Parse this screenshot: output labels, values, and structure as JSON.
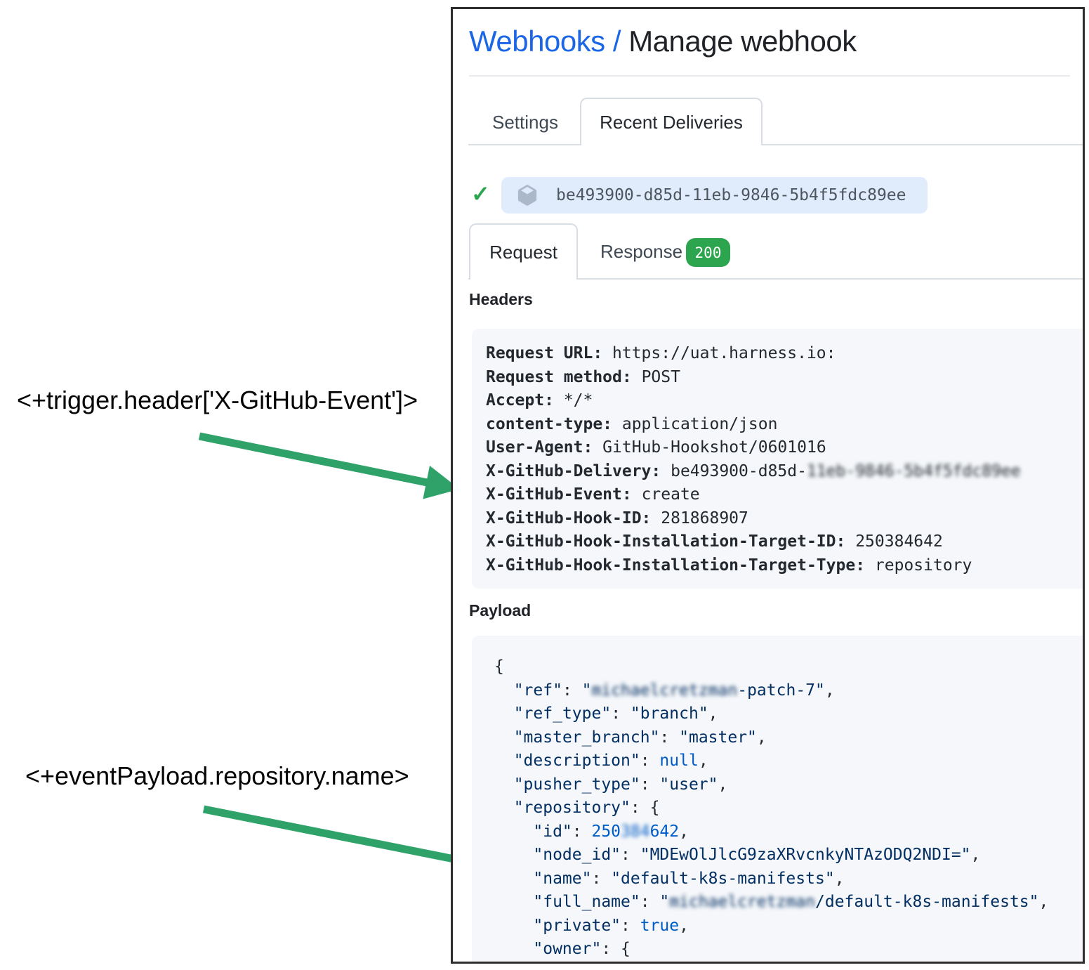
{
  "annotations": {
    "trigger_header": "<+trigger.header['X-GitHub-Event']>",
    "event_payload": "<+eventPayload.repository.name>"
  },
  "header": {
    "breadcrumb_link": "Webhooks / ",
    "title": "Manage webhook"
  },
  "tabs": {
    "settings": "Settings",
    "recent_deliveries": "Recent Deliveries"
  },
  "delivery": {
    "status": "success",
    "check_glyph": "✓",
    "icon": "package-icon",
    "id": "be493900-d85d-11eb-9846-5b4f5fdc89ee"
  },
  "subtabs": {
    "request": "Request",
    "response": "Response",
    "response_code": "200"
  },
  "sections": {
    "headers_title": "Headers",
    "payload_title": "Payload"
  },
  "request_headers": [
    {
      "key": "Request URL:",
      "value": "https://uat.harness.io:"
    },
    {
      "key": "Request method:",
      "value": "POST"
    },
    {
      "key": "Accept:",
      "value": "*/*"
    },
    {
      "key": "content-type:",
      "value": "application/json"
    },
    {
      "key": "User-Agent:",
      "value": "GitHub-Hookshot/0601016"
    },
    {
      "key": "X-GitHub-Delivery:",
      "value": "be493900-d85d-",
      "value_blurred": "11eb-9846-5b4f5fdc89ee"
    },
    {
      "key": "X-GitHub-Event:",
      "value": "create"
    },
    {
      "key": "X-GitHub-Hook-ID:",
      "value": "281868907"
    },
    {
      "key": "X-GitHub-Hook-Installation-Target-ID:",
      "value": "250384642"
    },
    {
      "key": "X-GitHub-Hook-Installation-Target-Type:",
      "value": "repository"
    }
  ],
  "payload": {
    "lines": [
      [
        {
          "t": "{",
          "c": "p"
        }
      ],
      [
        {
          "t": "  ",
          "c": "p"
        },
        {
          "t": "\"ref\"",
          "c": "s"
        },
        {
          "t": ": ",
          "c": "p"
        },
        {
          "t": "\"",
          "c": "s"
        },
        {
          "t": "michaelcretzman",
          "c": "s",
          "blur": true
        },
        {
          "t": "-patch-7\"",
          "c": "s"
        },
        {
          "t": ",",
          "c": "p"
        }
      ],
      [
        {
          "t": "  ",
          "c": "p"
        },
        {
          "t": "\"ref_type\"",
          "c": "s"
        },
        {
          "t": ": ",
          "c": "p"
        },
        {
          "t": "\"branch\"",
          "c": "s"
        },
        {
          "t": ",",
          "c": "p"
        }
      ],
      [
        {
          "t": "  ",
          "c": "p"
        },
        {
          "t": "\"master_branch\"",
          "c": "s"
        },
        {
          "t": ": ",
          "c": "p"
        },
        {
          "t": "\"master\"",
          "c": "s"
        },
        {
          "t": ",",
          "c": "p"
        }
      ],
      [
        {
          "t": "  ",
          "c": "p"
        },
        {
          "t": "\"description\"",
          "c": "s"
        },
        {
          "t": ": ",
          "c": "p"
        },
        {
          "t": "null",
          "c": "k"
        },
        {
          "t": ",",
          "c": "p"
        }
      ],
      [
        {
          "t": "  ",
          "c": "p"
        },
        {
          "t": "\"pusher_type\"",
          "c": "s"
        },
        {
          "t": ": ",
          "c": "p"
        },
        {
          "t": "\"user\"",
          "c": "s"
        },
        {
          "t": ",",
          "c": "p"
        }
      ],
      [
        {
          "t": "  ",
          "c": "p"
        },
        {
          "t": "\"repository\"",
          "c": "s"
        },
        {
          "t": ": {",
          "c": "p"
        }
      ],
      [
        {
          "t": "    ",
          "c": "p"
        },
        {
          "t": "\"id\"",
          "c": "s"
        },
        {
          "t": ": ",
          "c": "p"
        },
        {
          "t": "250",
          "c": "k"
        },
        {
          "t": "384",
          "c": "k",
          "blur": true
        },
        {
          "t": "642",
          "c": "k"
        },
        {
          "t": ",",
          "c": "p"
        }
      ],
      [
        {
          "t": "    ",
          "c": "p"
        },
        {
          "t": "\"node_id\"",
          "c": "s"
        },
        {
          "t": ": ",
          "c": "p"
        },
        {
          "t": "\"MDEwOlJlcG9zaXRvcnkyNTAzODQ2NDI=\"",
          "c": "s"
        },
        {
          "t": ",",
          "c": "p"
        }
      ],
      [
        {
          "t": "    ",
          "c": "p"
        },
        {
          "t": "\"name\"",
          "c": "s"
        },
        {
          "t": ": ",
          "c": "p"
        },
        {
          "t": "\"default-k8s-manifests\"",
          "c": "s"
        },
        {
          "t": ",",
          "c": "p"
        }
      ],
      [
        {
          "t": "    ",
          "c": "p"
        },
        {
          "t": "\"full_name\"",
          "c": "s"
        },
        {
          "t": ": ",
          "c": "p"
        },
        {
          "t": "\"",
          "c": "s"
        },
        {
          "t": "michaelcretzman",
          "c": "s",
          "blur": true
        },
        {
          "t": "/default-k8s-manifests\"",
          "c": "s"
        },
        {
          "t": ",",
          "c": "p"
        }
      ],
      [
        {
          "t": "    ",
          "c": "p"
        },
        {
          "t": "\"private\"",
          "c": "s"
        },
        {
          "t": ": ",
          "c": "p"
        },
        {
          "t": "true",
          "c": "k"
        },
        {
          "t": ",",
          "c": "p"
        }
      ],
      [
        {
          "t": "    ",
          "c": "p"
        },
        {
          "t": "\"owner\"",
          "c": "s"
        },
        {
          "t": ": {",
          "c": "p"
        }
      ]
    ]
  },
  "colors": {
    "link_blue": "#1a66e6",
    "arrow_green": "#2ea269",
    "check_green": "#2da44e",
    "badge_green": "#2da44e",
    "pill_bg": "#e0ecfc",
    "code_bg": "#f5f7fa",
    "json_string": "#032f62",
    "json_constant": "#005cc5"
  }
}
